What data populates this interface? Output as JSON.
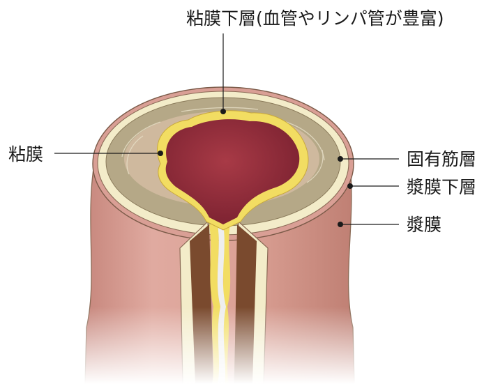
{
  "labels": {
    "submucosa": "粘膜下層(血管やリンパ管が豊富)",
    "mucosa": "粘膜",
    "muscularis_propria": "固有筋層",
    "subserosa": "漿膜下層",
    "serosa": "漿膜"
  },
  "colors": {
    "serosa": "#d99f95",
    "serosa_outline": "#8a6a55",
    "subserosa": "#f3ecc9",
    "muscularis": "#b5a887",
    "submucosa": "#cfb99e",
    "mucosa": "#f2dd62",
    "lumen": "#8c2c38",
    "accent_brown": "#7a4a2e"
  }
}
